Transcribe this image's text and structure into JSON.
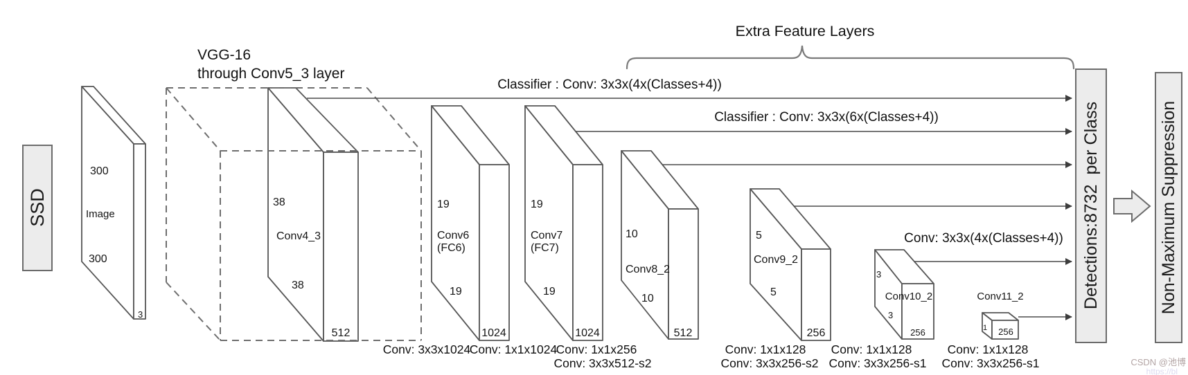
{
  "diagram": {
    "model_label": "SSD",
    "backbone_note_line1": "VGG-16",
    "backbone_note_line2": "through Conv5_3 layer",
    "extra_feature_layers_label": "Extra Feature Layers",
    "classifier1": "Classifier : Conv: 3x3x(4x(Classes+4))",
    "classifier2": "Classifier : Conv: 3x3x(6x(Classes+4))",
    "classifier3": "Conv: 3x3x(4x(Classes+4))",
    "detections_label": "Detections:8732  per Class",
    "nms_label": "Non-Maximum Suppression",
    "layers": {
      "image": {
        "name": "Image",
        "h": "300",
        "w": "300",
        "c": "3"
      },
      "conv4_3": {
        "name": "Conv4_3",
        "h": "38",
        "w": "38",
        "c": "512"
      },
      "conv6": {
        "name": "Conv6",
        "alt": "(FC6)",
        "h": "19",
        "w": "19",
        "c": "1024"
      },
      "conv7": {
        "name": "Conv7",
        "alt": "(FC7)",
        "h": "19",
        "w": "19",
        "c": "1024"
      },
      "conv8_2": {
        "name": "Conv8_2",
        "h": "10",
        "w": "10",
        "c": "512"
      },
      "conv9_2": {
        "name": "Conv9_2",
        "h": "5",
        "w": "5",
        "c": "256"
      },
      "conv10_2": {
        "name": "Conv10_2",
        "h": "3",
        "w": "3",
        "c": "256"
      },
      "conv11_2": {
        "name": "Conv11_2",
        "h": "1",
        "c": "256"
      }
    },
    "ops": {
      "conv6": [
        "Conv: 3x3x1024"
      ],
      "conv7": [
        "Conv: 1x1x1024"
      ],
      "conv8_2": [
        "Conv: 1x1x256",
        "Conv: 3x3x512-s2"
      ],
      "conv9_2": [
        "Conv: 1x1x128",
        "Conv: 3x3x256-s2"
      ],
      "conv10_2": [
        "Conv: 1x1x128",
        "Conv: 3x3x256-s1"
      ],
      "conv11_2": [
        "Conv: 1x1x128",
        "Conv: 3x3x256-s1"
      ]
    },
    "watermark": {
      "line1": "CSDN @池博",
      "line2": "https://bl"
    },
    "colors": {
      "line": "#4a4a4a",
      "box_fill": "#ececec",
      "text": "#141414",
      "dashed": "#6e6e6e",
      "watermark": "#b3a4a4"
    }
  }
}
